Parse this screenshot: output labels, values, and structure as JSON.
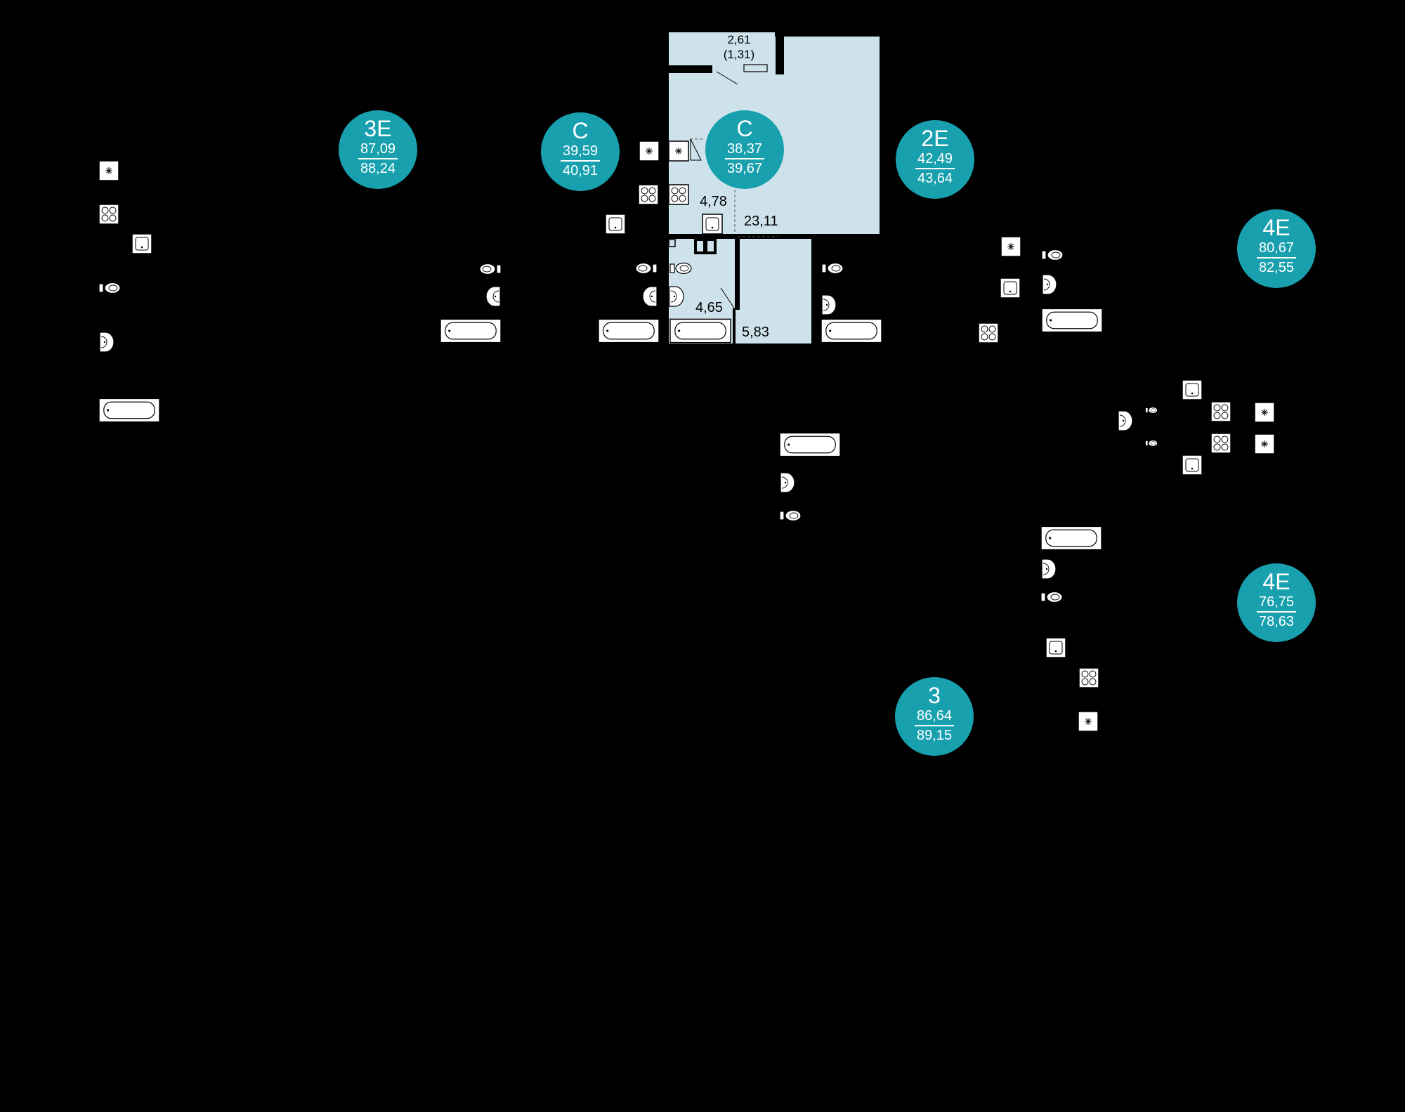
{
  "colors": {
    "background": "#000000",
    "highlight_apartment": "#cde2eb",
    "badge": "#18a0ae",
    "fixture": "#ffffff",
    "wall": "#000000"
  },
  "badges": [
    {
      "code": "3E",
      "living_area": "87,09",
      "total_area": "88,24"
    },
    {
      "code": "C",
      "living_area": "39,59",
      "total_area": "40,91"
    },
    {
      "code": "C",
      "living_area": "38,37",
      "total_area": "39,67"
    },
    {
      "code": "2E",
      "living_area": "42,49",
      "total_area": "43,64"
    },
    {
      "code": "4E",
      "living_area": "80,67",
      "total_area": "82,55"
    },
    {
      "code": "4E",
      "living_area": "76,75",
      "total_area": "78,63"
    },
    {
      "code": "3",
      "living_area": "86,64",
      "total_area": "89,15"
    }
  ],
  "rooms": {
    "balcony": {
      "area": "2,61",
      "area_reduced": "(1,31)"
    },
    "kitchen_niche": {
      "area": "4,78"
    },
    "living_room": {
      "area": "23,11"
    },
    "bathroom": {
      "area": "4,65"
    },
    "hallway": {
      "area": "5,83"
    }
  },
  "fixtures": [
    "stove-icon",
    "cooktop-icon",
    "sink-icon",
    "toilet-icon",
    "washbasin-icon",
    "bathtub-icon"
  ]
}
